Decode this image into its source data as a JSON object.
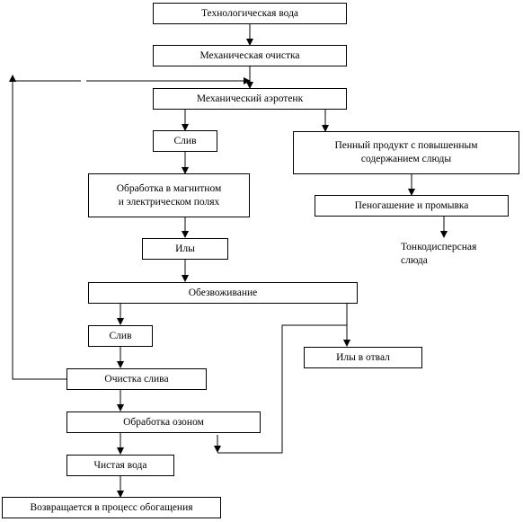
{
  "nodes": {
    "tech_water": "Технологическая вода",
    "mech_cleaning": "Механическая очистка",
    "mech_aerotank": "Механический аэротенк",
    "drain_1": "Слив",
    "foam_product": "Пенный продукт с повышенным\nсодержанием слюды",
    "magnetic_treatment": "Обработка в магнитном\nи электрическом полях",
    "foam_quench": "Пеногашение и промывка",
    "fine_mica": "Тонкодисперсная\nслюда",
    "sludge_1": "Илы",
    "dewatering": "Обезвоживание",
    "drain_2": "Слив",
    "sludge_dump": "Илы в отвал",
    "drain_cleaning": "Очистка слива",
    "ozone_treatment": "Обработка озоном",
    "clean_water": "Чистая вода",
    "return_process": "Возвращается в процесс обогащения"
  }
}
